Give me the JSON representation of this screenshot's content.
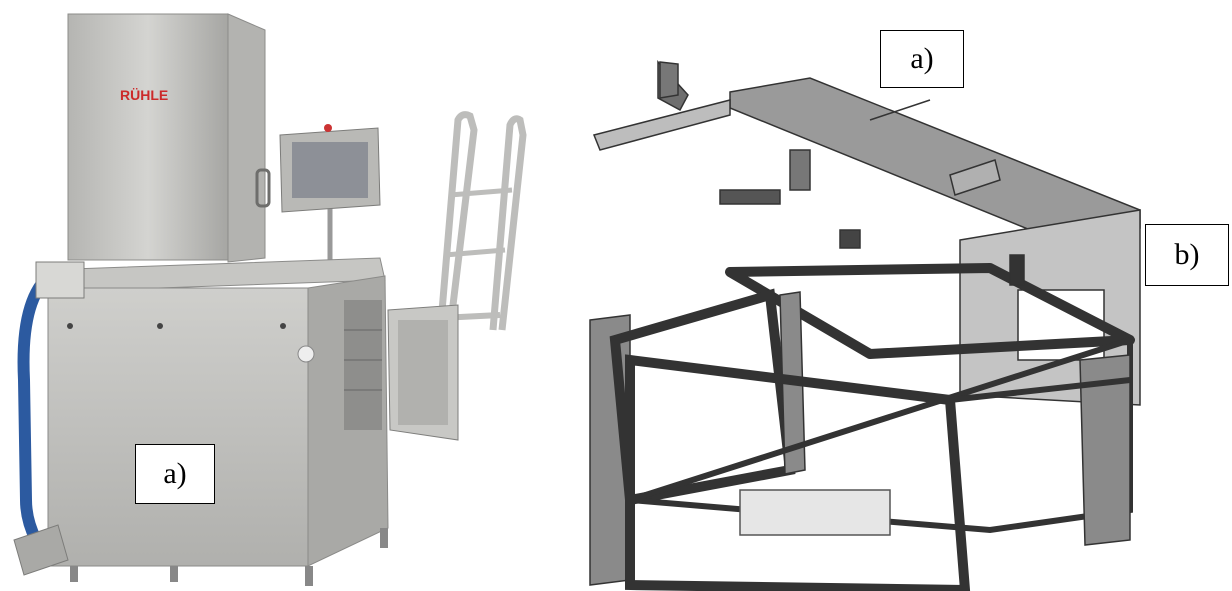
{
  "left_photo": {
    "brand_text": "RÜHLE",
    "label": "a)"
  },
  "right_drawing": {
    "label_top": "a)",
    "label_side": "b)"
  },
  "colors": {
    "steel_light": "#c9c9c6",
    "steel_mid": "#a9a9a6",
    "steel_dark": "#7e7e7c",
    "hose_blue": "#2c5aa0",
    "brand_red": "#cc2a2a",
    "frame_gray": "#8a8a8a"
  }
}
